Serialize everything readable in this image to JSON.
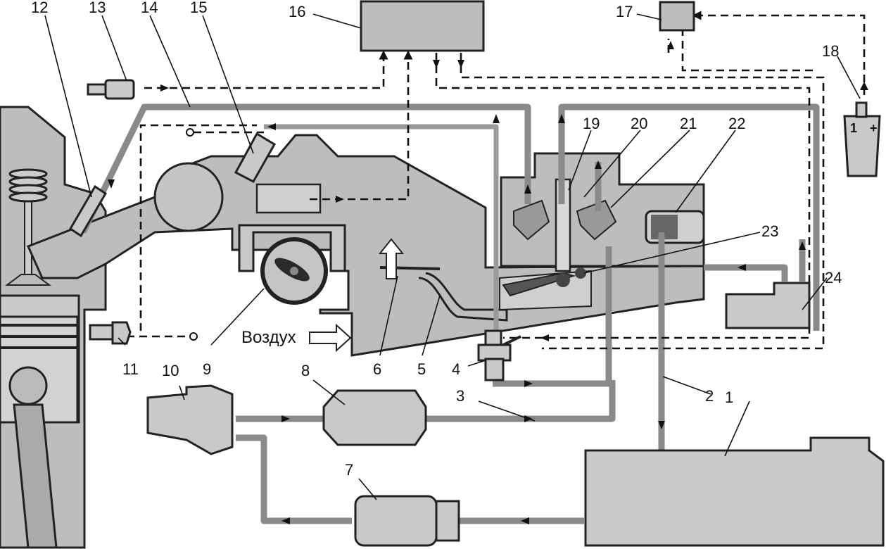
{
  "labels": {
    "n1": "1",
    "n2": "2",
    "n3": "3",
    "n4": "4",
    "n5": "5",
    "n6": "6",
    "n7": "7",
    "n8": "8",
    "n9": "9",
    "n10": "10",
    "n11": "11",
    "n12": "12",
    "n13": "13",
    "n14": "14",
    "n15": "15",
    "n16": "16",
    "n17": "17",
    "n18": "18",
    "n19": "19",
    "n20": "20",
    "n21": "21",
    "n22": "22",
    "n23": "23",
    "n24": "24"
  },
  "air_label": "Воздух",
  "battery": {
    "minus": "1",
    "plus": "+"
  },
  "colors": {
    "metal": "#bdbdbd",
    "pipe": "#8a8a8a",
    "line": "#111111"
  }
}
